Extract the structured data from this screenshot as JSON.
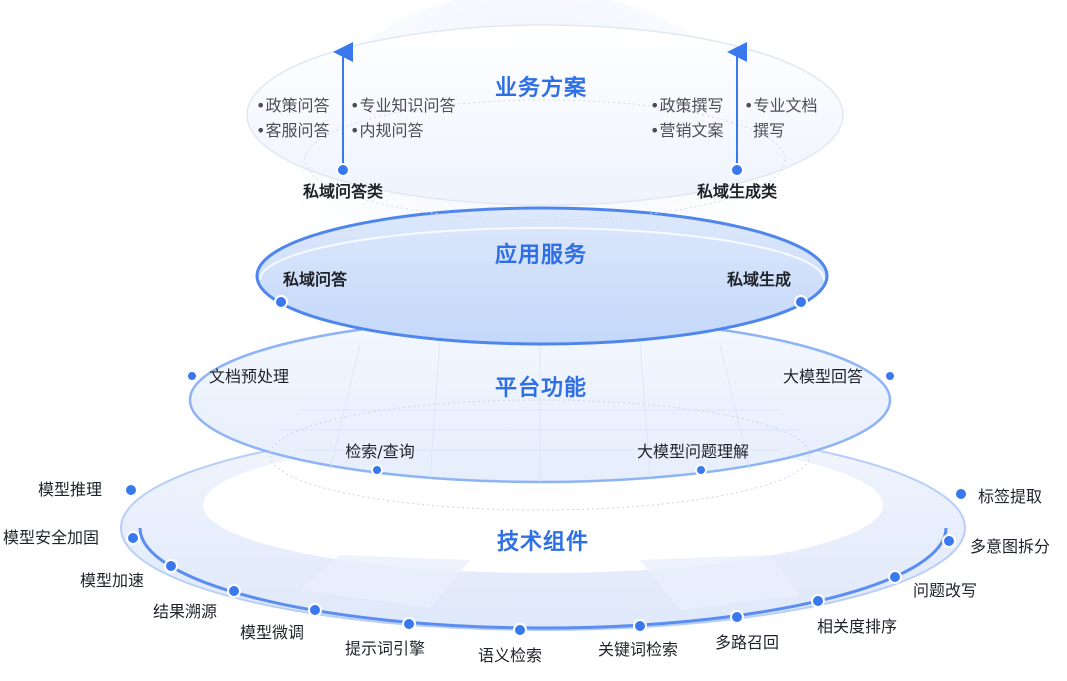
{
  "layers": {
    "business": {
      "title": "业务方案",
      "left": {
        "name": "私域问答类",
        "col1": [
          "•政策问答",
          "•客服问答"
        ],
        "col2": [
          "•专业知识问答",
          "•内规问答"
        ]
      },
      "right": {
        "name": "私域生成类",
        "col1": [
          "•政策撰写",
          "•营销文案"
        ],
        "col2": [
          "•专业文档",
          "撰写"
        ]
      }
    },
    "application": {
      "title": "应用服务",
      "left": "私域问答",
      "right": "私域生成"
    },
    "platform": {
      "title": "平台功能",
      "items": [
        "文档预处理",
        "大模型回答",
        "检索/查询",
        "大模型问题理解"
      ]
    },
    "tech": {
      "title": "技术组件",
      "left_items": [
        "模型推理",
        "模型安全加固",
        "模型加速",
        "结果溯源",
        "模型微调",
        "提示词引擎"
      ],
      "bottom_items": [
        "语义检索",
        "关键词检索",
        "多路召回"
      ],
      "right_items": [
        "相关度排序",
        "问题改写",
        "多意图拆分",
        "标签提取"
      ]
    }
  },
  "colors": {
    "accent": "#2f6fe6",
    "dot": "#3a78ee",
    "ring": "#8fb4f5",
    "text": "#1f2329"
  }
}
